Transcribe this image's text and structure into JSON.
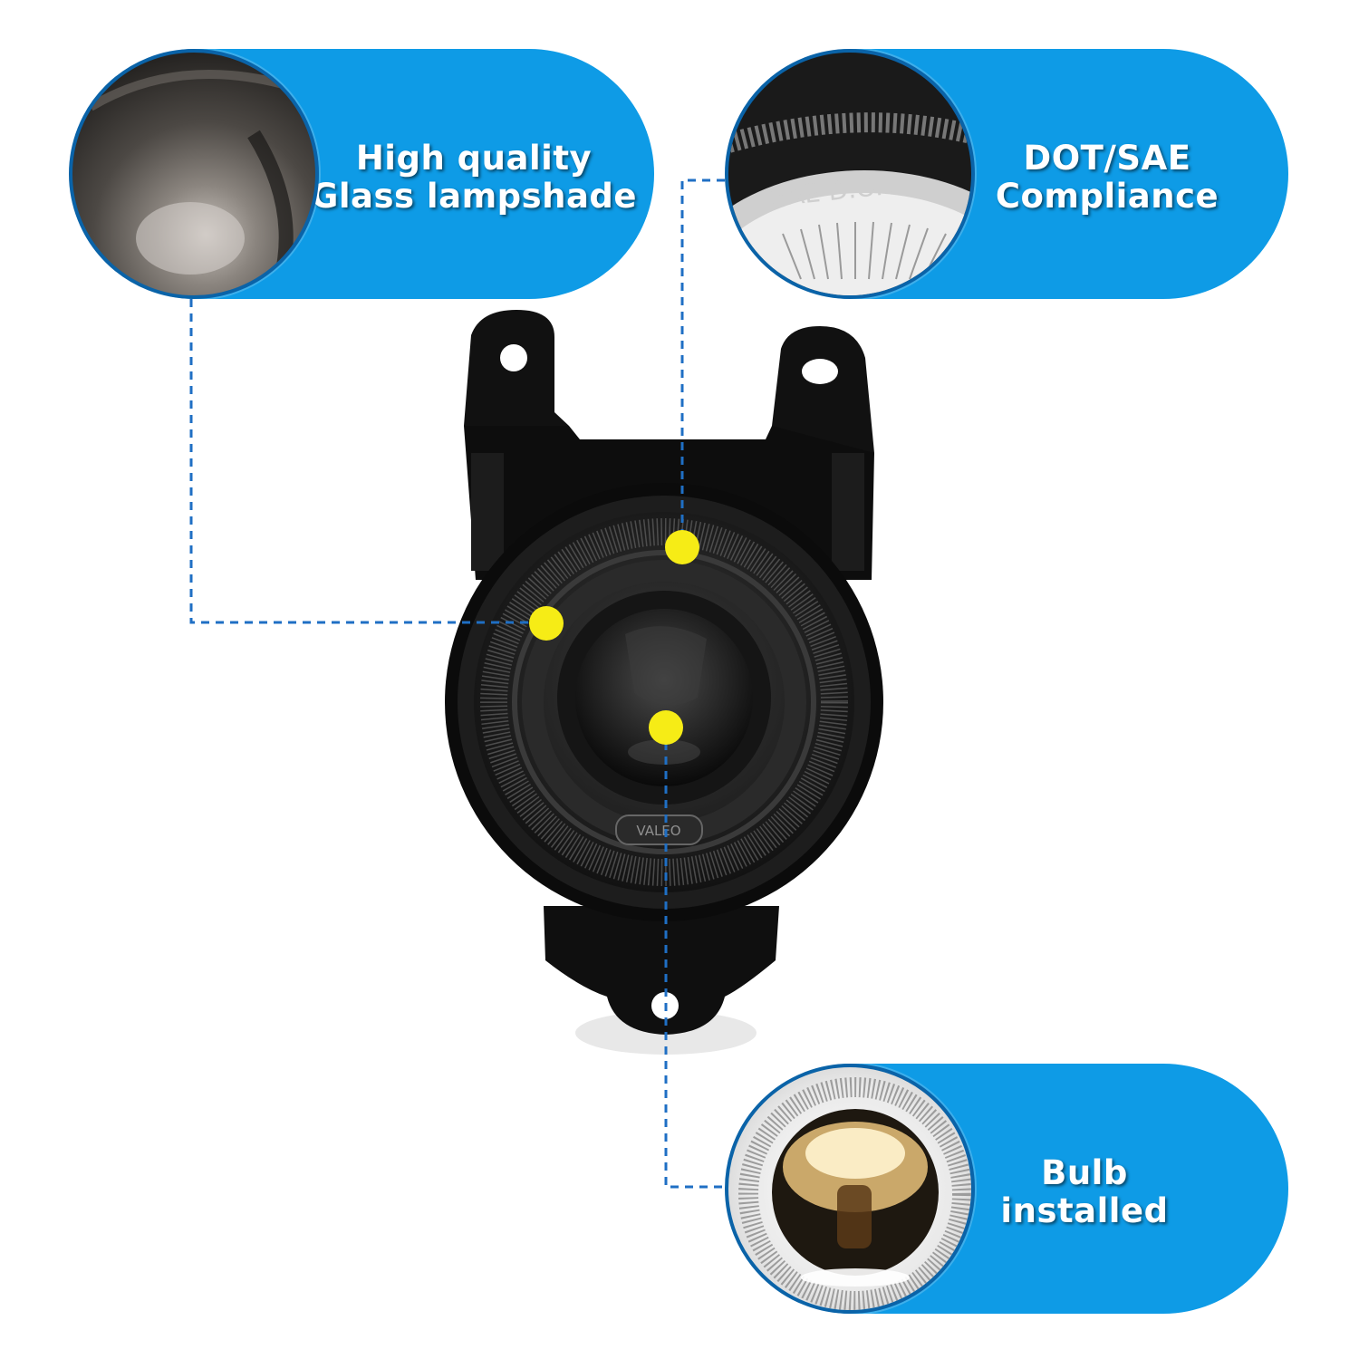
{
  "callouts": {
    "glass": {
      "line1": "High quality",
      "line2": "Glass lampshade"
    },
    "dot": {
      "line1": "DOT/SAE",
      "line2": "Compliance"
    },
    "bulb": {
      "line1": "Bulb",
      "line2": "installed"
    }
  },
  "closeup_text": {
    "dot_marking": "SAE D.O.T",
    "lens_label": "VALEO"
  },
  "colors": {
    "pill_blue": "#0e9be6",
    "connector_blue": "#1f6fc4",
    "marker_yellow": "#f6ec16",
    "housing_black": "#0d0d0d"
  },
  "icons": {
    "product": "fog-light-icon",
    "marker": "yellow-dot-marker"
  }
}
